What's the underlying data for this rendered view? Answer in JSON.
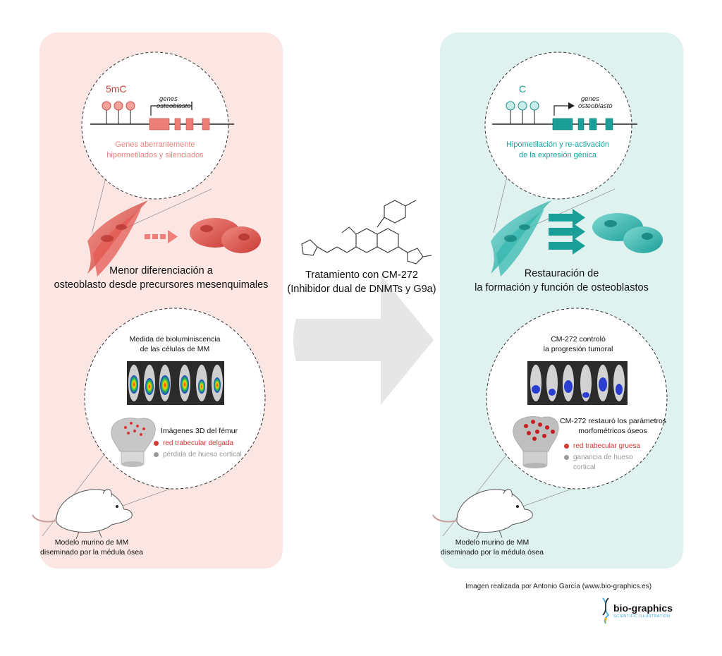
{
  "left": {
    "methyl_label": "5mC",
    "genes_label_1": "genes",
    "genes_label_2": "osteoblasto",
    "gene_caption_1": "Genes aberrantemente",
    "gene_caption_2": "hipermetilados y silenciados",
    "cells_caption_1": "Menor diferenciación a",
    "cells_caption_2": "osteoblasto desde precursores mesenquimales",
    "biolum_caption_1": "Medida de bioluminiscencia",
    "biolum_caption_2": "de las células de MM",
    "femur_title": "Imágenes 3D del fémur",
    "legend_1": "red trabecular delgada",
    "legend_2": "pérdida de hueso cortical",
    "mouse_caption_1": "Modelo murino de MM",
    "mouse_caption_2": "diseminado por la médula ósea"
  },
  "center": {
    "treatment_1": "Tratamiento con CM-272",
    "treatment_2": "(Inhibidor dual de DNMTs y G9a)"
  },
  "right": {
    "methyl_label": "C",
    "genes_label_1": "genes",
    "genes_label_2": "osteoblasto",
    "gene_caption_1": "Hipometilación y re-activación",
    "gene_caption_2": "de la expresión génica",
    "cells_caption_1": "Restauración de",
    "cells_caption_2": "la formación y función de osteoblastos",
    "biolum_caption_1": "CM-272 controló",
    "biolum_caption_2": "la progresión tumoral",
    "femur_title_1": "CM-272 restauró los parámetros",
    "femur_title_2": "morfométricos óseos",
    "legend_1": "red trabecular gruesa",
    "legend_2_1": "ganancia de hueso",
    "legend_2_2": "cortical",
    "mouse_caption_1": "Modelo murino de MM",
    "mouse_caption_2": "diseminado por la médula ósea"
  },
  "footer": {
    "credit": "Imagen realizada por Antonio García (www.bio-graphics.es)",
    "logo_name": "bio-graphics",
    "logo_tagline": "SCIENTIFIC ILLUSTRATION"
  },
  "colors": {
    "left_panel": "#fbe6e4",
    "right_panel": "#dff2ef",
    "salmon": "#e8837c",
    "red": "#d23a35",
    "teal": "#19a3a0",
    "teal_dark": "#0f8c88",
    "grey_arrow": "#e6e6e6"
  }
}
